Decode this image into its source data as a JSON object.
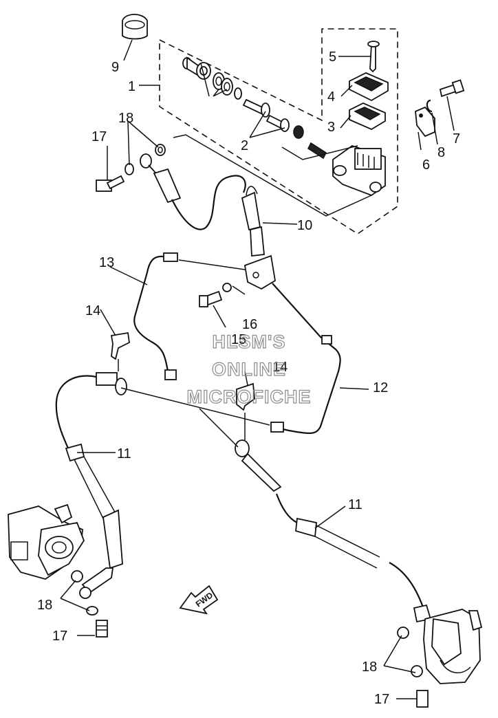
{
  "callouts": {
    "c1": "1",
    "c2": "2",
    "c3": "3",
    "c4": "4",
    "c5": "5",
    "c6": "6",
    "c7": "7",
    "c8": "8",
    "c9": "9",
    "c10": "10",
    "c11a": "11",
    "c11b": "11",
    "c12": "12",
    "c13": "13",
    "c14a": "14",
    "c14b": "14",
    "c15": "15",
    "c16": "16",
    "c17a": "17",
    "c17b": "17",
    "c17c": "17",
    "c18a": "18",
    "c18b": "18",
    "c18c": "18"
  },
  "watermark": {
    "line1": "HLSM'S",
    "line2": "ONLINE",
    "line3": "MICROFICHE"
  },
  "direction_label": "FWD",
  "colors": {
    "ink": "#111111",
    "background": "#ffffff",
    "watermark": "#8a8a8a"
  }
}
